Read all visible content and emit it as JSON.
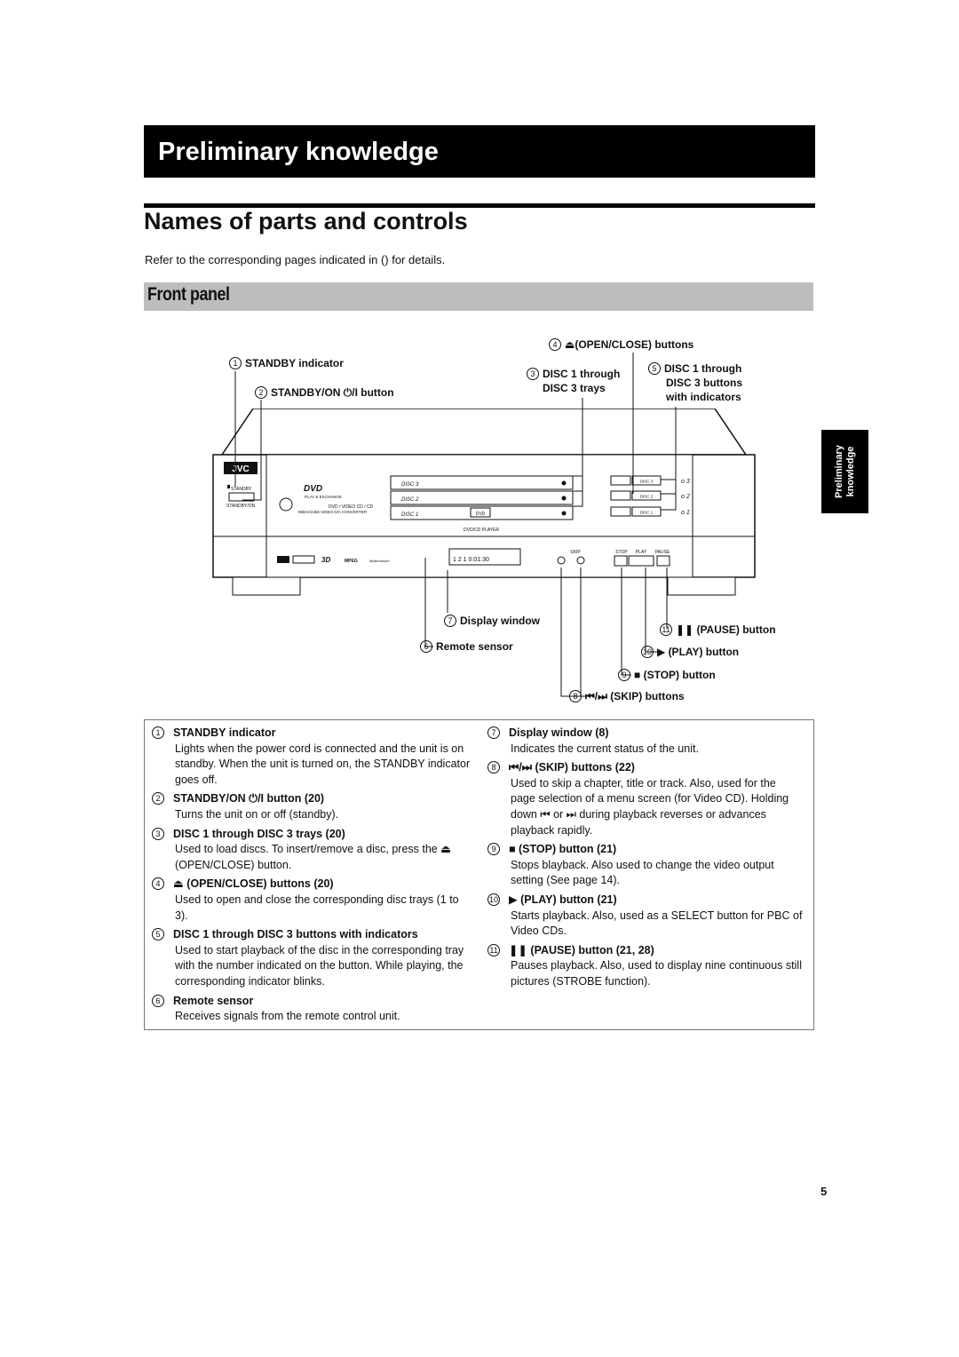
{
  "header": {
    "banner_title": "Preliminary knowledge"
  },
  "section": {
    "title": "Names of parts and controls",
    "intro": "Refer to the corresponding pages indicated in () for details.",
    "subhead": "Front panel"
  },
  "side_tab": {
    "line1": "Preliminary",
    "line2": "knowledge"
  },
  "callouts": {
    "c1": {
      "num": "1",
      "label": "STANDBY indicator"
    },
    "c2": {
      "num": "2",
      "label": "STANDBY/ON ⏻/I button"
    },
    "c3_line1": "DISC 1 through",
    "c3_line2": "DISC 3 trays",
    "c3_num": "3",
    "c4": {
      "num": "4",
      "label": "⏏(OPEN/CLOSE) buttons"
    },
    "c5_line1": "DISC 1 through",
    "c5_line2": "DISC 3 buttons",
    "c5_line3": "with indicators",
    "c5_num": "5",
    "c6": {
      "num": "6",
      "label": "Remote sensor"
    },
    "c7": {
      "num": "7",
      "label": "Display window"
    },
    "c8": {
      "num": "8",
      "label": "⏮/⏭ (SKIP) buttons"
    },
    "c9": {
      "num": "9",
      "label": "■ (STOP) button"
    },
    "c10": {
      "num": "10",
      "label": "▶ (PLAY) button"
    },
    "c11": {
      "num": "11",
      "label": "❚❚ (PAUSE) button"
    }
  },
  "device": {
    "brand": "JVC",
    "standby_label": "STANDBY",
    "standby_on_label": "STANDBY/ON",
    "logo_text": "DVD",
    "exchange_label": "PLAY & EXCHANGE",
    "format_line1": "DVD / VIDEO CD / CD",
    "format_line2": "96kHz/24bit VIDEO D/A CONVERTER",
    "disc1": "DISC 1",
    "disc2": "DISC 2",
    "disc3": "DISC 3",
    "player_label": "DVD/CD PLAYER",
    "display_readout": "1  2  1  0:01:30",
    "skip_label": "SKIP",
    "stop_label": "STOP",
    "play_label": "PLAY",
    "pause_label": "PAUSE",
    "mpeg_label": "MPEG",
    "multichannel_label": "Multichannel"
  },
  "descriptions_left": [
    {
      "num": "1",
      "head": "STANDBY indicator",
      "body": "Lights when the power cord is connected and the unit is on standby. When the unit is turned on, the STANDBY indicator goes off."
    },
    {
      "num": "2",
      "head": "STANDBY/ON ⏻/I button (20)",
      "body": "Turns the unit on or off (standby)."
    },
    {
      "num": "3",
      "head": "DISC 1 through DISC 3 trays (20)",
      "body": "Used to load discs. To insert/remove a disc, press the ⏏ (OPEN/CLOSE) button."
    },
    {
      "num": "4",
      "head": "⏏ (OPEN/CLOSE) buttons (20)",
      "body": "Used to open and close the corresponding disc trays (1 to 3)."
    },
    {
      "num": "5",
      "head": "DISC 1 through DISC 3 buttons with indicators",
      "body": "Used to start playback of the disc in the corresponding tray with the number indicated on the button. While playing, the corresponding indicator blinks."
    },
    {
      "num": "6",
      "head": "Remote sensor",
      "body": "Receives signals from the remote control unit."
    }
  ],
  "descriptions_right": [
    {
      "num": "7",
      "head": "Display window (8)",
      "body": "Indicates the current status of the unit."
    },
    {
      "num": "8",
      "head": "⏮/⏭ (SKIP) buttons (22)",
      "body": "Used to skip a chapter, title or track. Also, used for the page selection of a menu screen (for Video CD). Holding down ⏮ or ⏭ during playback reverses or advances playback rapidly."
    },
    {
      "num": "9",
      "head": "■ (STOP) button (21)",
      "body": "Stops blayback. Also used to change the video output setting (See page 14)."
    },
    {
      "num": "10",
      "head": "▶ (PLAY) button (21)",
      "body": "Starts playback. Also, used as a SELECT button for PBC of Video CDs."
    },
    {
      "num": "11",
      "head": "❚❚ (PAUSE) button (21, 28)",
      "body": "Pauses playback. Also, used to display nine continuous still pictures (STROBE function)."
    }
  ],
  "page_number": "5"
}
